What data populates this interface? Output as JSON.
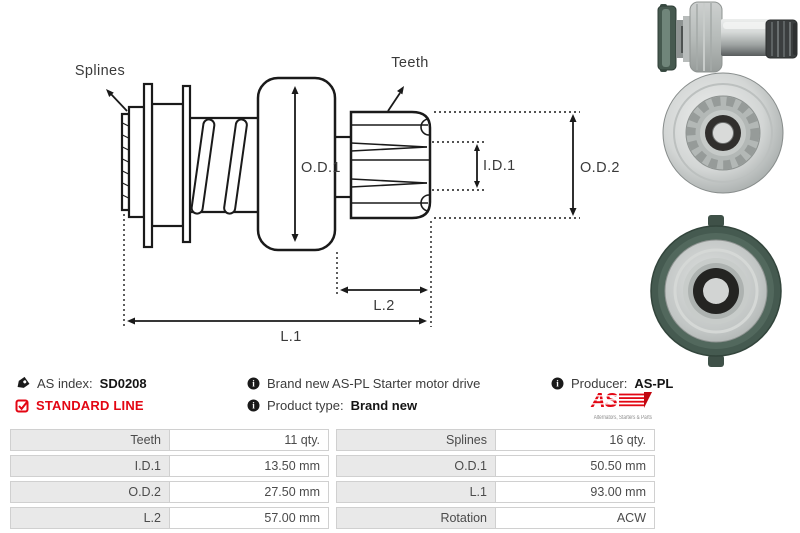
{
  "colors": {
    "accent_red": "#e30613",
    "drawing_line": "#1a1a1a",
    "table_label_bg": "#e9e9e9",
    "table_border": "#d0d0d0"
  },
  "diagram": {
    "labels": {
      "splines": "Splines",
      "teeth": "Teeth",
      "od1": "O.D.1",
      "id1": "I.D.1",
      "od2": "O.D.2",
      "l2": "L.2",
      "l1": "L.1"
    }
  },
  "photos": {
    "side_view": "starter-drive-side-view-photo",
    "front_view": "pinion-front-view-photo",
    "rear_view": "clutch-rear-view-photo"
  },
  "info": {
    "as_index_label": "AS index:",
    "as_index_value": "SD0208",
    "standard_line": "STANDARD LINE",
    "description": "Brand new AS-PL Starter motor drive",
    "product_type_label": "Product type:",
    "product_type_value": "Brand new",
    "producer_label": "Producer:",
    "producer_value": "AS-PL"
  },
  "logo": {
    "text": "AS",
    "tagline": "Alternators, Starters & Parts"
  },
  "table": {
    "rows": [
      {
        "c0": "Teeth",
        "c1": "11 qty.",
        "c2": "Splines",
        "c3": "16 qty."
      },
      {
        "c0": "I.D.1",
        "c1": "13.50 mm",
        "c2": "O.D.1",
        "c3": "50.50 mm"
      },
      {
        "c0": "O.D.2",
        "c1": "27.50 mm",
        "c2": "L.1",
        "c3": "93.00 mm"
      },
      {
        "c0": "L.2",
        "c1": "57.00 mm",
        "c2": "Rotation",
        "c3": "ACW"
      }
    ]
  }
}
